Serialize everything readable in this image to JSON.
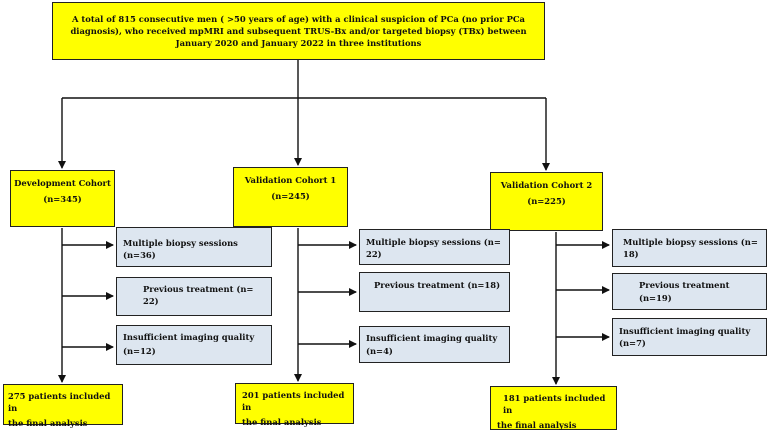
{
  "top_box": {
    "lines": [
      "A total of 815 consecutive men ( >50 years of age) with a clinical suspicion of PCa (no prior PCa",
      "diagnosis), who received mpMRI and subsequent TRUS-Bx and/or targeted biopsy (TBx) between",
      "January 2020 and January 2022 in three institutions"
    ]
  },
  "cohorts": [
    {
      "title": "Development Cohort",
      "n": "(n=345)",
      "exclusions": [
        "Multiple biopsy sessions (n=36)",
        "Previous treatment (n= 22)",
        "Insufficient imaging quality",
        "(n=12)"
      ],
      "final": [
        "275 patients included in",
        "the final analysis"
      ]
    },
    {
      "title": "Validation Cohort 1",
      "n": "(n=245)",
      "exclusions": [
        "Multiple biopsy sessions (n= 22)",
        "Previous treatment (n=18)",
        "Insufficient imaging quality (n=4)"
      ],
      "final": [
        "201 patients included in",
        "the final analysis"
      ]
    },
    {
      "title": "Validation Cohort 2",
      "n": "(n=225)",
      "exclusions": [
        "Multiple biopsy sessions (n= 18)",
        "Previous treatment (n=19)",
        "Insufficient imaging quality (n=7)"
      ],
      "final": [
        "181 patients included in",
        "the final analysis"
      ]
    }
  ],
  "colors": {
    "yellow_box": "#ffff00",
    "exclusion_box": "#dde6f0",
    "line": "#111111"
  }
}
